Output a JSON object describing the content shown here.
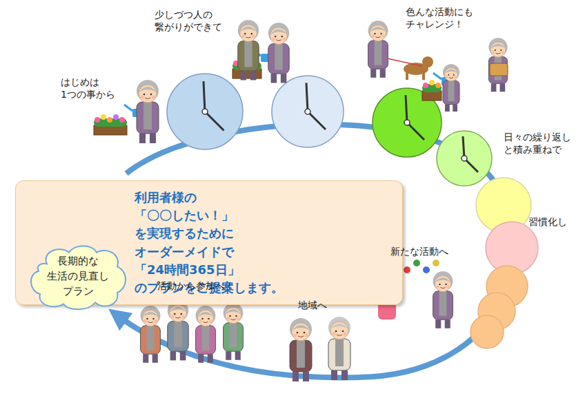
{
  "diagram": {
    "nodes": [
      {
        "text": [
          "利用者様の「〇〇したい！」を実現するために オーダーメイドで「24時間365日」のプランをご提案します。"
        ]
      },
      {
        "text": [
          "長期的な 生活の見直し プラン"
        ]
      }
    ],
    "labels": [
      "はじめは 1つの事から",
      "少しづつ人の 繋がりができて",
      "色んな活動にも チャレンジ！",
      "日々の繰り返し と積み重ねで",
      "習慣化し",
      "新たな活動へ",
      "地域へ",
      "活動から参加へ！"
    ]
  }
}
